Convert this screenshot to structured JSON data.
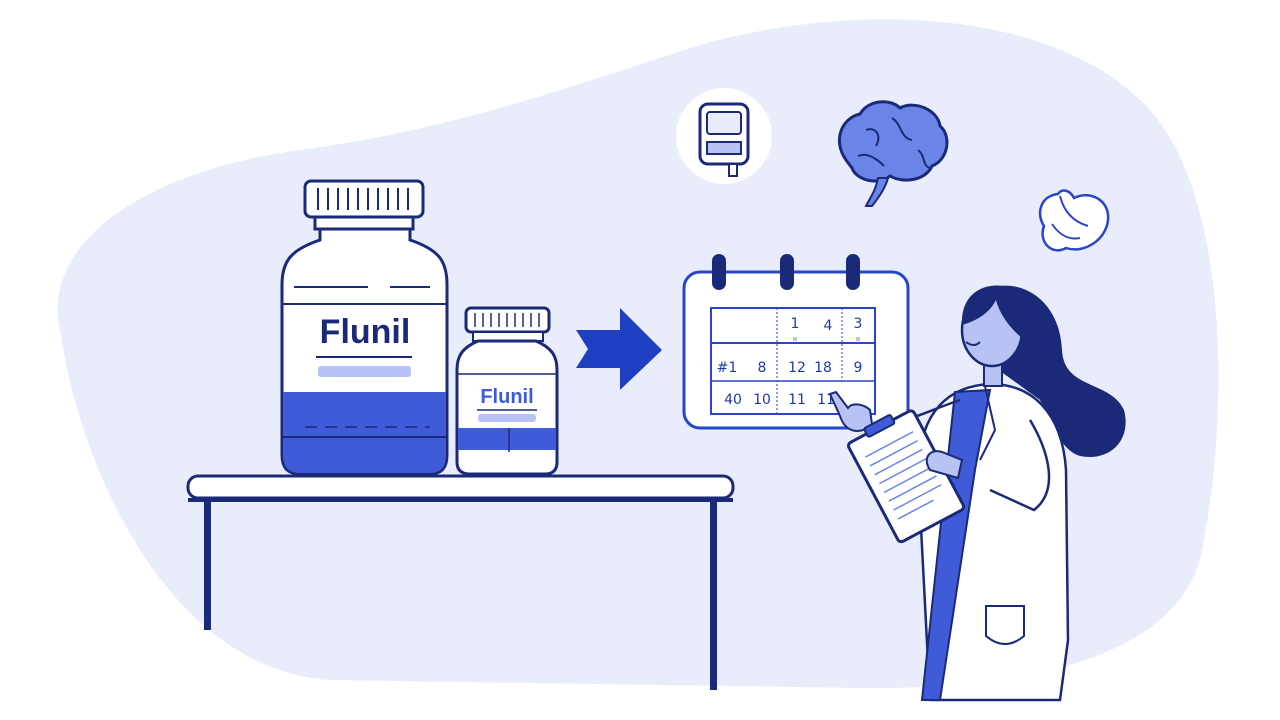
{
  "illustration": {
    "large_bottle": {
      "label": "Flunil"
    },
    "small_bottle": {
      "label": "Flunil"
    },
    "calendar": {
      "rows": [
        [
          "",
          "1",
          "4",
          "3"
        ],
        [
          "#1",
          "8",
          "12",
          "18",
          "9"
        ],
        [
          "40",
          "10",
          "11",
          "11"
        ]
      ]
    },
    "icons": [
      "glucose-meter-icon",
      "brain-icon",
      "stomach-icon",
      "arrow-right-icon"
    ],
    "colors": {
      "navy": "#1b2a78",
      "blue": "#3f5bd8",
      "light_blue": "#b7c3f3",
      "background": "#e9edfb"
    }
  }
}
